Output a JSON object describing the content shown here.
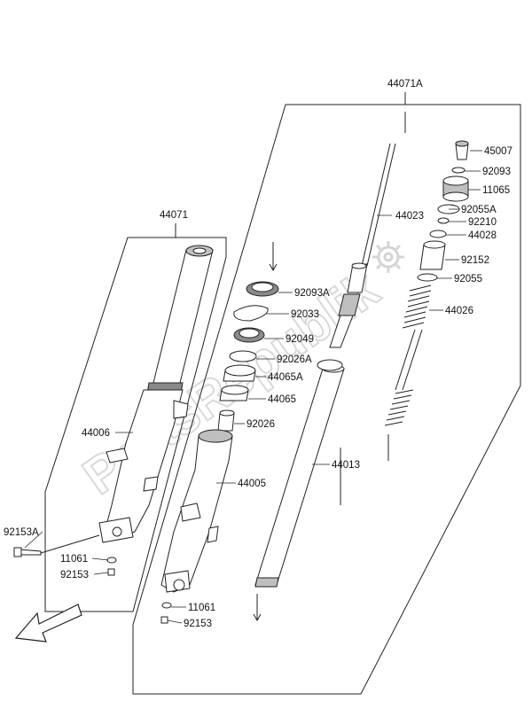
{
  "diagram": {
    "watermark": "PartsRepublik",
    "labels": {
      "p44071A": "44071A",
      "p44071": "44071",
      "p45007": "45007",
      "p92093": "92093",
      "p11065": "11065",
      "p92055A": "92055A",
      "p92210": "92210",
      "p44028": "44028",
      "p44023": "44023",
      "p92152": "92152",
      "p92055": "92055",
      "p44026": "44026",
      "p92093A": "92093A",
      "p92033": "92033",
      "p92049": "92049",
      "p92026A": "92026A",
      "p44065A": "44065A",
      "p44065": "44065",
      "p92026": "92026",
      "p44006": "44006",
      "p44005": "44005",
      "p44013": "44013",
      "p92153A": "92153A",
      "p11061_left": "11061",
      "p92153_left": "92153",
      "p11061_bottom": "11061",
      "p92153_bottom": "92153"
    },
    "icons": [
      "front-direction-arrow-icon",
      "gear-watermark-icon"
    ]
  }
}
